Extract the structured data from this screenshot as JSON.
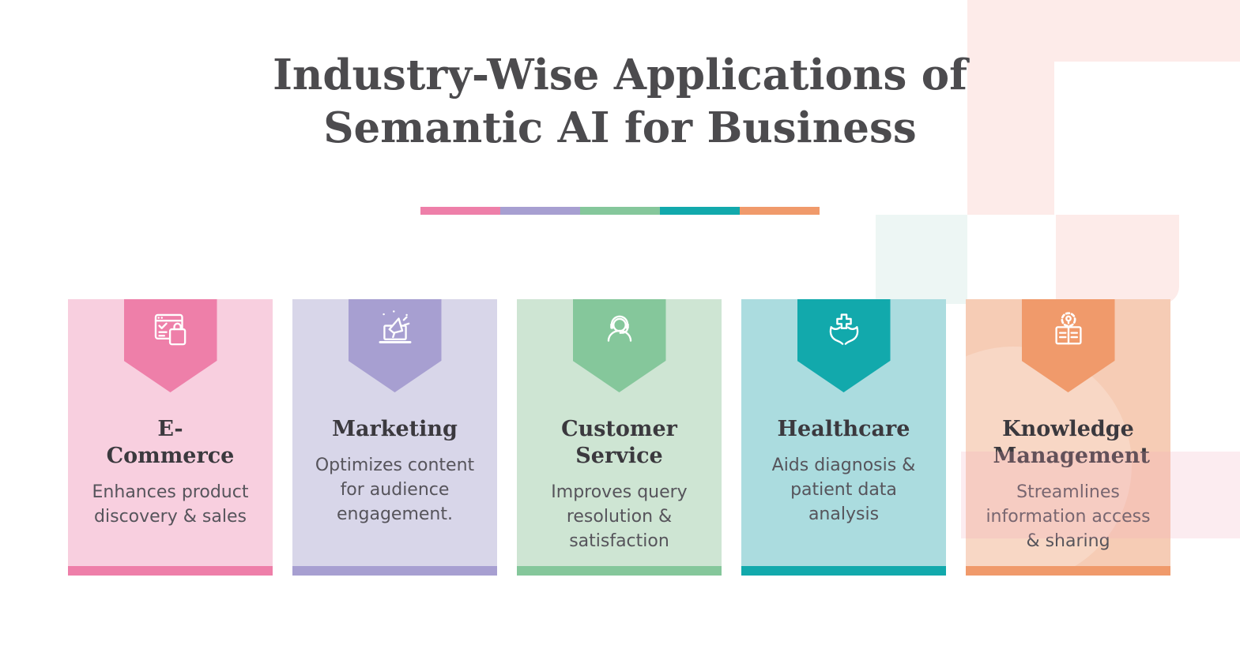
{
  "header": {
    "title": "Industry-Wise Applications of Semantic AI for Business",
    "divider_colors": [
      "#ee7fa9",
      "#a79fd1",
      "#85c79b",
      "#12a9ac",
      "#f09a6b"
    ]
  },
  "cards": [
    {
      "title": "E-Commerce",
      "description": "Enhances product discovery & sales",
      "bg": "#f8cfdf",
      "accent": "#ee7fa9",
      "icon": "browser-shopping-bag-icon"
    },
    {
      "title": "Marketing",
      "description": "Optimizes content for audience engagement.",
      "bg": "#d8d6e9",
      "accent": "#a79fd1",
      "icon": "laptop-megaphone-icon"
    },
    {
      "title": "Customer Service",
      "description": "Improves query resolution & satisfaction",
      "bg": "#cee5d3",
      "accent": "#85c79b",
      "icon": "support-agent-headset-icon"
    },
    {
      "title": "Healthcare",
      "description": "Aids diagnosis & patient data analysis",
      "bg": "#abdcdf",
      "accent": "#12a9ac",
      "icon": "hands-medical-cross-icon"
    },
    {
      "title": "Knowledge Management",
      "description": "Streamlines information access & sharing",
      "bg": "#f6ccb5",
      "accent": "#f09a6b",
      "icon": "book-gear-bulb-icon"
    }
  ]
}
